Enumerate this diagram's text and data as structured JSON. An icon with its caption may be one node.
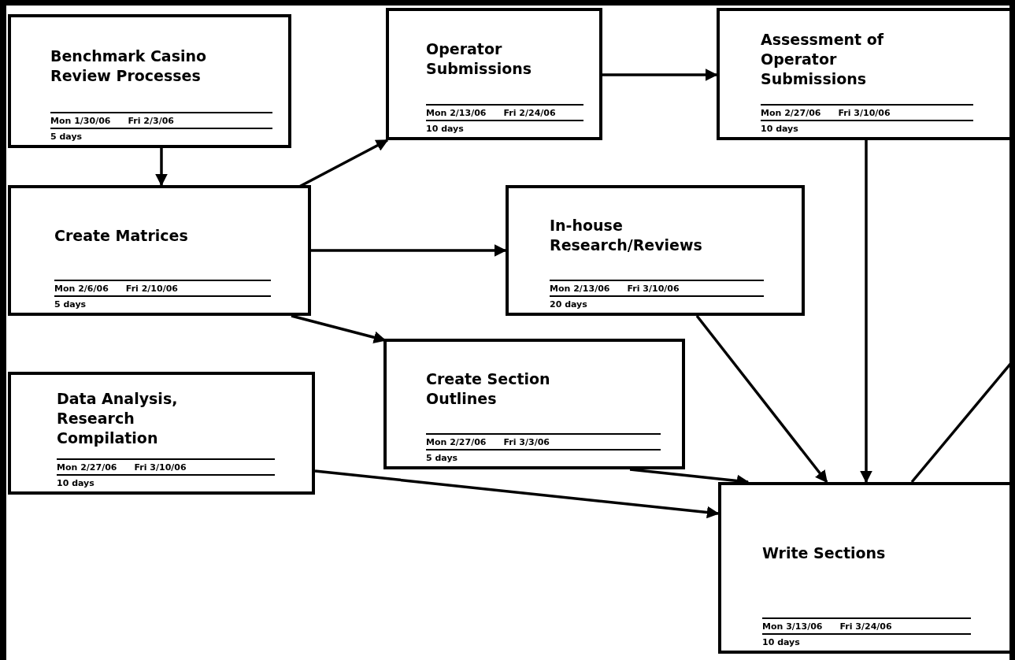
{
  "diagram": {
    "nodes": [
      {
        "text": [
          "Benchmark Casino Review Processes",
          "Mon 1/30/06",
          "Fri 2/3/06",
          "5 days"
        ]
      },
      {
        "text": [
          "Create Matrices",
          "Mon 2/6/06",
          "Fri 2/10/06",
          "5 days"
        ]
      },
      {
        "text": [
          "Operator Submissions",
          "Mon 2/13/06",
          "Fri 2/24/06",
          "10 days"
        ]
      },
      {
        "text": [
          "Assessment of Operator Submissions",
          "Mon 2/27/06",
          "Fri 3/10/06",
          "10 days"
        ]
      },
      {
        "text": [
          "In-house Research/Reviews",
          "Mon 2/13/06",
          "Fri 3/10/06",
          "20 days"
        ]
      },
      {
        "text": [
          "Create Section Outlines",
          "Mon 2/27/06",
          "Fri 3/3/06",
          "5 days"
        ]
      },
      {
        "text": [
          "Data Analysis, Research Compilation",
          "Mon 2/27/06",
          "Fri 3/10/06",
          "10 days"
        ]
      },
      {
        "text": [
          "Write Sections",
          "Mon 3/13/06",
          "Fri 3/24/06",
          "10 days"
        ]
      }
    ],
    "edges": [
      {
        "from": 0,
        "to": 1,
        "arrow": "to"
      },
      {
        "from": 1,
        "to": 2,
        "arrow": "to"
      },
      {
        "from": 2,
        "to": 3,
        "arrow": "to"
      },
      {
        "from": 1,
        "to": 4,
        "arrow": "to"
      },
      {
        "from": 1,
        "to": 5,
        "arrow": "to"
      },
      {
        "from": 6,
        "to": 7,
        "arrow": "to"
      },
      {
        "from": 5,
        "to": 7,
        "arrow": "to"
      },
      {
        "from": 4,
        "to": 7,
        "arrow": "to"
      },
      {
        "from": 3,
        "to": 7,
        "arrow": "to"
      },
      {
        "from": null,
        "to": 7,
        "arrow": "none"
      }
    ]
  }
}
